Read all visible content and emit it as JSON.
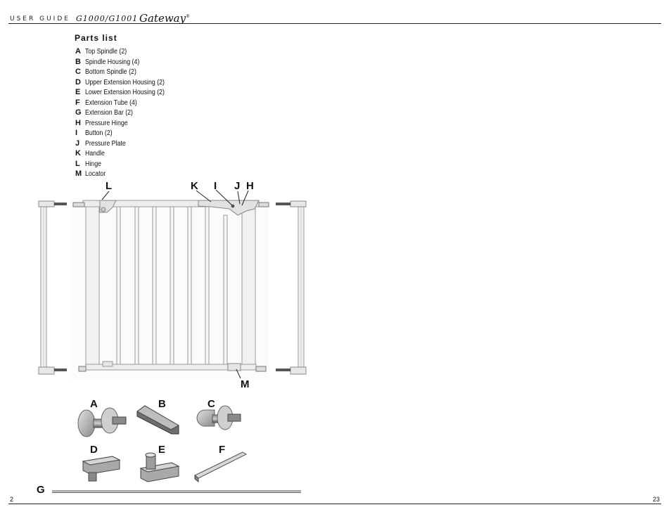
{
  "header": {
    "section": "USER GUIDE",
    "model": "G1000/G1001",
    "brand": "Gateway",
    "brand_mark": "®"
  },
  "parts_title": "Parts list",
  "parts": [
    {
      "letter": "A",
      "name": "Top Spindle (2)"
    },
    {
      "letter": "B",
      "name": "Spindle Housing (4)"
    },
    {
      "letter": "C",
      "name": "Bottom Spindle (2)"
    },
    {
      "letter": "D",
      "name": "Upper Extension Housing (2)"
    },
    {
      "letter": "E",
      "name": "Lower Extension Housing (2)"
    },
    {
      "letter": "F",
      "name": "Extension Tube (4)"
    },
    {
      "letter": "G",
      "name": "Extension Bar (2)"
    },
    {
      "letter": "H",
      "name": "Pressure Hinge"
    },
    {
      "letter": "I",
      "name": "Button (2)"
    },
    {
      "letter": "J",
      "name": "Pressure Plate"
    },
    {
      "letter": "K",
      "name": "Handle"
    },
    {
      "letter": "L",
      "name": "Hinge"
    },
    {
      "letter": "M",
      "name": "Locator"
    }
  ],
  "callouts": {
    "L": "L",
    "K": "K",
    "I": "I",
    "J": "J",
    "H": "H",
    "M": "M",
    "A": "A",
    "B": "B",
    "C": "C",
    "D": "D",
    "E": "E",
    "F": "F",
    "G": "G"
  },
  "footer": {
    "page_left": "2",
    "page_right": "23"
  }
}
